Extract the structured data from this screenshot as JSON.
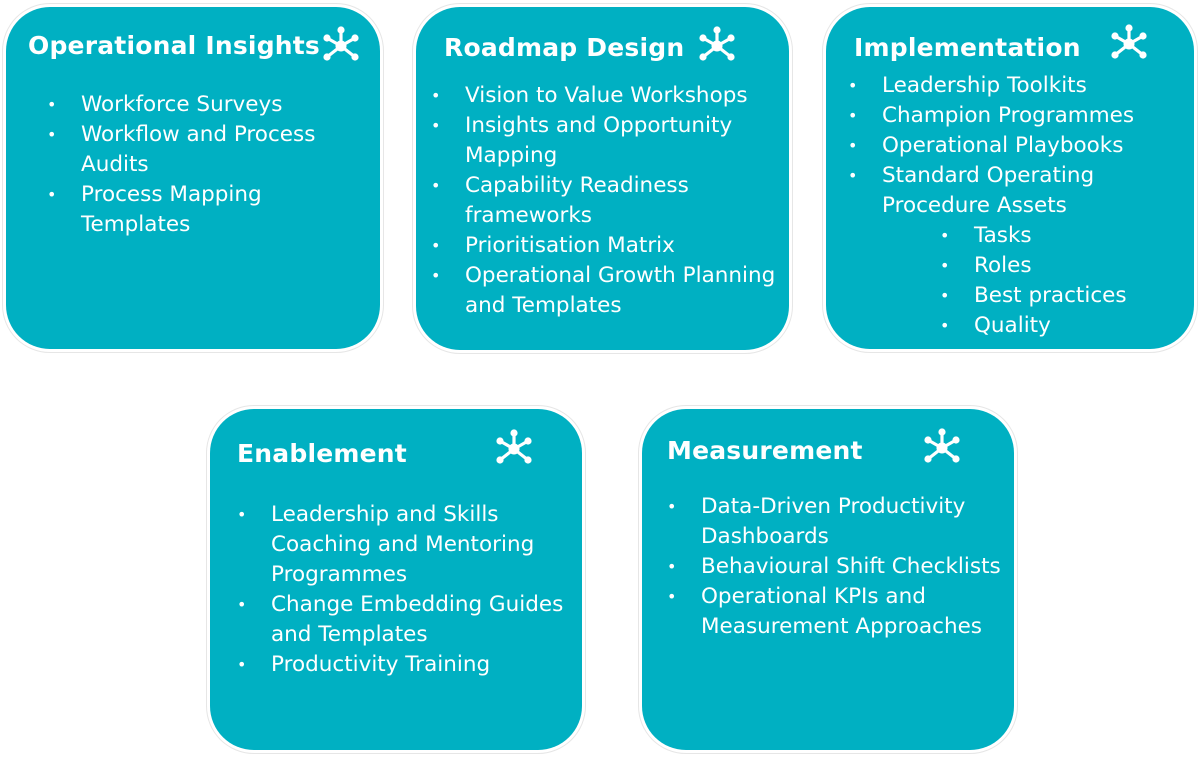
{
  "cards": [
    {
      "title": "Operational Insights",
      "icon": "network-node-icon",
      "items": [
        "Workforce Surveys",
        "Workflow and Process Audits",
        "Process Mapping Templates"
      ]
    },
    {
      "title": "Roadmap Design",
      "icon": "network-node-icon",
      "items": [
        "Vision to Value Workshops",
        "Insights and Opportunity Mapping",
        "Capability Readiness frameworks",
        "Prioritisation Matrix",
        "Operational Growth Planning and Templates"
      ]
    },
    {
      "title": "Implementation",
      "icon": "network-node-icon",
      "items": [
        "Leadership Toolkits",
        "Champion Programmes",
        "Operational Playbooks",
        "Standard Operating Procedure Assets"
      ],
      "subitems": [
        "Tasks",
        "Roles",
        "Best practices",
        "Quality"
      ]
    },
    {
      "title": "Enablement",
      "icon": "network-node-icon",
      "items": [
        "Leadership and Skills Coaching and Mentoring Programmes",
        "Change Embedding Guides and Templates",
        "Productivity Training"
      ]
    },
    {
      "title": "Measurement",
      "icon": "network-node-icon",
      "items": [
        "Data-Driven Productivity Dashboards",
        "Behavioural Shift Checklists",
        "Operational KPIs and Measurement Approaches"
      ]
    }
  ],
  "colors": {
    "card": "#00b0c2",
    "text": "#ffffff",
    "background": "#ffffff"
  }
}
